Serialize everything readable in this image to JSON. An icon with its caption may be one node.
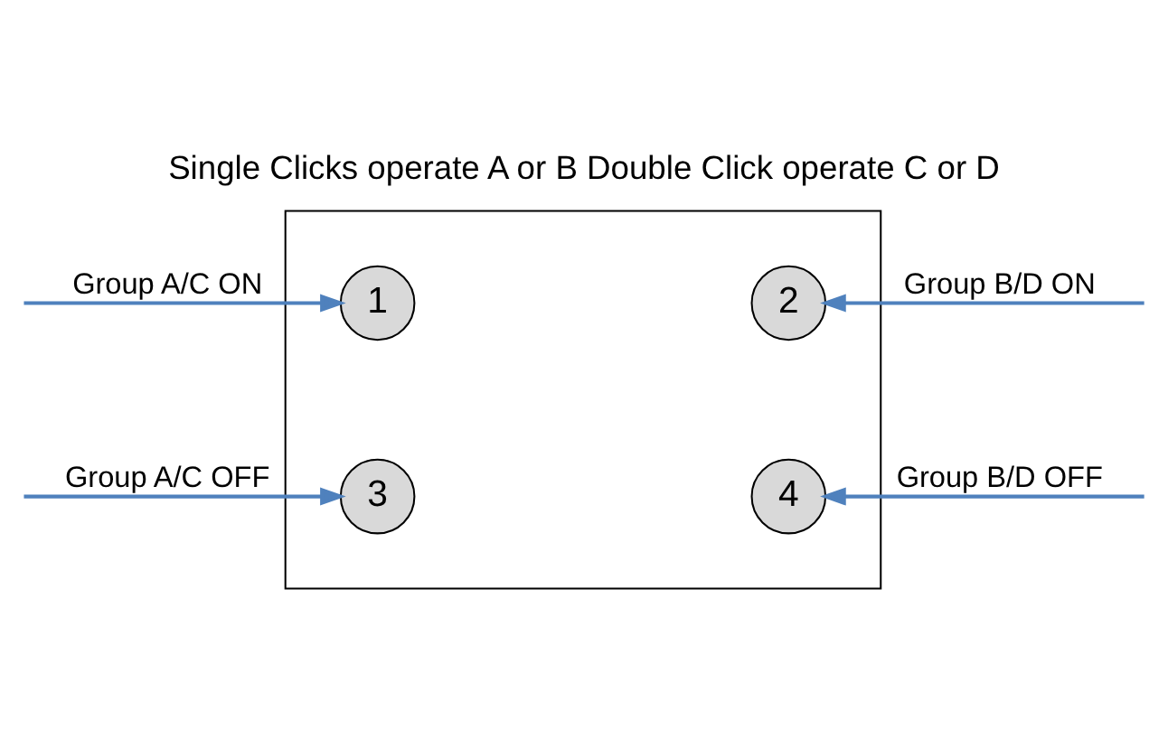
{
  "diagram": {
    "title": "Single Clicks operate A or B Double Click operate C or D",
    "nodes": [
      {
        "text": [],
        "shape": "box"
      },
      {
        "text": [
          "1"
        ],
        "in": 0
      },
      {
        "text": [
          "2"
        ],
        "in": 0
      },
      {
        "text": [
          "3"
        ],
        "in": 0
      },
      {
        "text": [
          "4"
        ],
        "in": 0
      }
    ],
    "edges": [
      {
        "from": null,
        "to": 1,
        "arrow": "to",
        "label": "Group A/C ON"
      },
      {
        "from": null,
        "to": 2,
        "arrow": "to",
        "label": "Group B/D ON"
      },
      {
        "from": null,
        "to": 3,
        "arrow": "to",
        "label": "Group A/C OFF"
      },
      {
        "from": null,
        "to": 4,
        "arrow": "to",
        "label": "Group B/D OFF"
      }
    ]
  }
}
